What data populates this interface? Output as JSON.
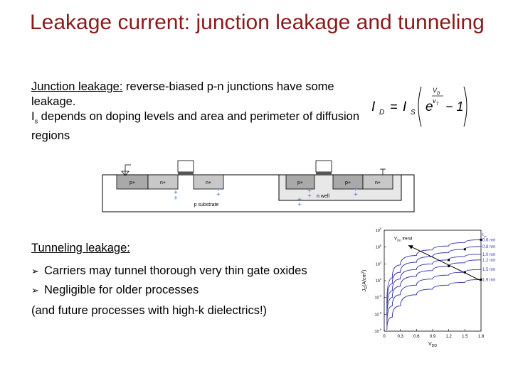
{
  "title": "Leakage current: junction leakage and tunneling",
  "junction": {
    "heading": "Junction leakage:",
    "text1": " reverse-biased p-n junctions have some leakage.",
    "is_i": "I",
    "is_s": "s",
    "text2": " depends on doping levels and area and perimeter of diffusion regions"
  },
  "equation": {
    "lhs_i": "I",
    "lhs_sub": "D",
    "eq": "=",
    "rhs_i": "I",
    "rhs_sub": "S",
    "e": "e",
    "num": "V",
    "num_sub": "D",
    "den": "v",
    "den_sub": "T",
    "minus_one": "− 1"
  },
  "diagram": {
    "regions": {
      "p1": "p+",
      "n1": "n+",
      "n2": "n+",
      "p2": "p+",
      "p3": "p+",
      "n3": "n+"
    },
    "nwell": "n well",
    "substrate": "p substrate"
  },
  "tunneling": {
    "heading": "Tunneling leakage:",
    "bullets": [
      "Carriers may tunnel thorough very thin gate oxides",
      "Negligible for older processes"
    ],
    "bullet_mark": "➢",
    "trailing": "(and future processes with high-k dielectrics!)"
  },
  "chart_data": {
    "type": "line",
    "xlabel": "V",
    "xlabel_sub": "DD",
    "ylabel": "J",
    "ylabel_sub": "G",
    "ylabel_unit": "(A/cm",
    "ylabel_unit_sup": "2",
    "ylabel_unit_close": ")",
    "x_ticks": [
      "0",
      "0.3",
      "0.6",
      "0.9",
      "1.2",
      "1.5",
      "1.8"
    ],
    "y_ticks": [
      {
        "base": "10",
        "exp": "9"
      },
      {
        "base": "10",
        "exp": "6"
      },
      {
        "base": "10",
        "exp": "3"
      },
      {
        "base": "10",
        "exp": "0"
      },
      {
        "base": "10",
        "exp": "-3"
      },
      {
        "base": "10",
        "exp": "-6"
      },
      {
        "base": "10",
        "exp": "-9"
      }
    ],
    "xlim": [
      0,
      1.8
    ],
    "ylim_exp": [
      -9,
      9
    ],
    "legend_title": "t",
    "legend_title_sub": "ox",
    "annotation": "V",
    "annotation_sub": "DD",
    "annotation_suffix": " trend",
    "series": [
      {
        "name": "0.6 nm",
        "points": [
          [
            0.05,
            -4
          ],
          [
            0.15,
            0.5
          ],
          [
            0.3,
            2.8
          ],
          [
            0.6,
            4.5
          ],
          [
            0.9,
            5.5
          ],
          [
            1.2,
            6.2
          ],
          [
            1.5,
            6.8
          ],
          [
            1.8,
            7.3
          ]
        ]
      },
      {
        "name": "0.8 nm",
        "points": [
          [
            0.05,
            -5
          ],
          [
            0.15,
            -0.5
          ],
          [
            0.3,
            1.5
          ],
          [
            0.6,
            3.3
          ],
          [
            0.9,
            4.3
          ],
          [
            1.2,
            5.0
          ],
          [
            1.5,
            5.6
          ],
          [
            1.8,
            6.1
          ]
        ]
      },
      {
        "name": "1.0 nm",
        "points": [
          [
            0.05,
            -6
          ],
          [
            0.15,
            -1.8
          ],
          [
            0.3,
            0.3
          ],
          [
            0.6,
            2.0
          ],
          [
            0.9,
            3.0
          ],
          [
            1.2,
            3.7
          ],
          [
            1.5,
            4.3
          ],
          [
            1.8,
            4.7
          ]
        ]
      },
      {
        "name": "1.2 nm",
        "points": [
          [
            0.05,
            -7
          ],
          [
            0.15,
            -3.0
          ],
          [
            0.3,
            -1.0
          ],
          [
            0.6,
            0.8
          ],
          [
            0.9,
            1.8
          ],
          [
            1.2,
            2.6
          ],
          [
            1.5,
            3.2
          ],
          [
            1.8,
            3.7
          ]
        ]
      },
      {
        "name": "1.5 nm",
        "points": [
          [
            0.05,
            -8
          ],
          [
            0.15,
            -4.5
          ],
          [
            0.3,
            -2.5
          ],
          [
            0.6,
            -0.8
          ],
          [
            0.9,
            0.3
          ],
          [
            1.2,
            1.0
          ],
          [
            1.5,
            1.5
          ],
          [
            1.8,
            2.0
          ]
        ]
      },
      {
        "name": "1.9 nm",
        "points": [
          [
            0.05,
            -8.8
          ],
          [
            0.15,
            -6.5
          ],
          [
            0.3,
            -4.5
          ],
          [
            0.6,
            -2.5
          ],
          [
            0.9,
            -1.5
          ],
          [
            1.2,
            -0.8
          ],
          [
            1.5,
            -0.3
          ],
          [
            1.8,
            0.2
          ]
        ]
      }
    ],
    "markers": [
      [
        1.8,
        7.3
      ],
      [
        1.5,
        5.6
      ],
      [
        1.2,
        3.7
      ],
      [
        1.2,
        2.6
      ],
      [
        1.5,
        1.5
      ],
      [
        1.8,
        0.2
      ]
    ],
    "trend_arrow": {
      "from": [
        1.8,
        0.0
      ],
      "to": [
        0.45,
        6.3
      ]
    }
  }
}
